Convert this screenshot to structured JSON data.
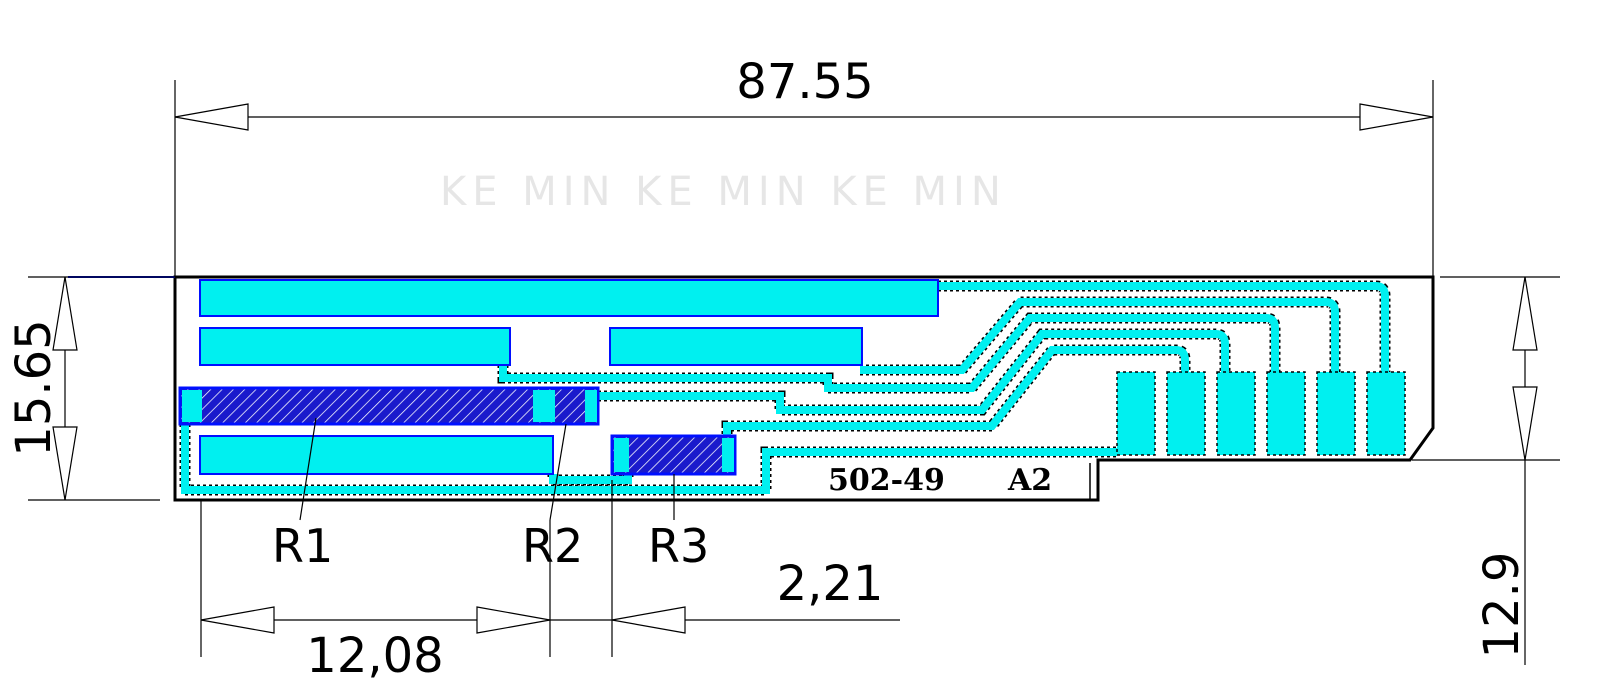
{
  "watermark": "KE MIN KE MIN KE MIN",
  "part_number": "502-49",
  "revision": "A2",
  "dimensions": {
    "overall_length": "87.55",
    "overall_height": "15.65",
    "right_height": "12.9",
    "r1_offset": "12,08",
    "r3_offset": "2,21"
  },
  "resistors": [
    {
      "label": "R1"
    },
    {
      "label": "R2"
    },
    {
      "label": "R3"
    }
  ],
  "colors": {
    "copper": "#00f0f0",
    "outline": "#0010ff",
    "resistor": "#1a1acc"
  }
}
